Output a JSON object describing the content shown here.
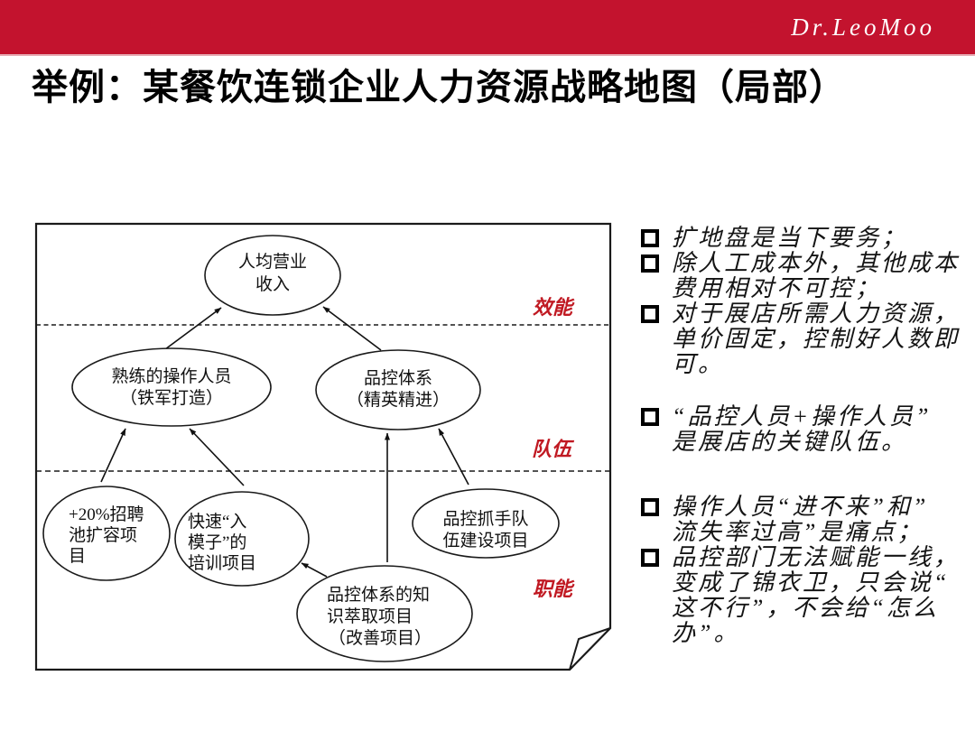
{
  "header": {
    "brand": "Dr.LeoMoo"
  },
  "title": "举例：某餐饮连锁企业人力资源战略地图（局部）",
  "colors": {
    "header_red": "#C3132E",
    "label_red": "#C01922"
  },
  "diagram": {
    "labels": {
      "efficiency": "效能",
      "team": "队伍",
      "function": "职能"
    },
    "nodes": {
      "revenue": {
        "l1": "人均营业",
        "l2": "收入"
      },
      "operators": {
        "l1": "熟练的操作人员",
        "l2": "（铁军打造）"
      },
      "qc": {
        "l1": "品控体系",
        "l2": "（精英精进）"
      },
      "recruit": {
        "l1": "+20%招聘",
        "l2": "池扩容项",
        "l3": "目"
      },
      "training": {
        "l1": "快速“入",
        "l2": "模子”的",
        "l3": "培训项目"
      },
      "qcteam": {
        "l1": "品控抓手队",
        "l2": "伍建设项目"
      },
      "knowledge": {
        "l1": "品控体系的知",
        "l2": "识萃取项目",
        "l3": "（改善项目）"
      }
    }
  },
  "notes": {
    "items": [
      "扩地盘是当下要务；",
      "除人工成本外，其他成本\n费用相对不可控；",
      "对于展店所需人力资源，\n单价固定，控制好人数即\n可。",
      "“品控人员+操作人员”\n是展店的关键队伍。",
      "操作人员“进不来”和”\n流失率过高”是痛点；",
      "品控部门无法赋能一线，\n变成了锦衣卫，只会说“\n这不行”，不会给“怎么\n办”。"
    ]
  }
}
